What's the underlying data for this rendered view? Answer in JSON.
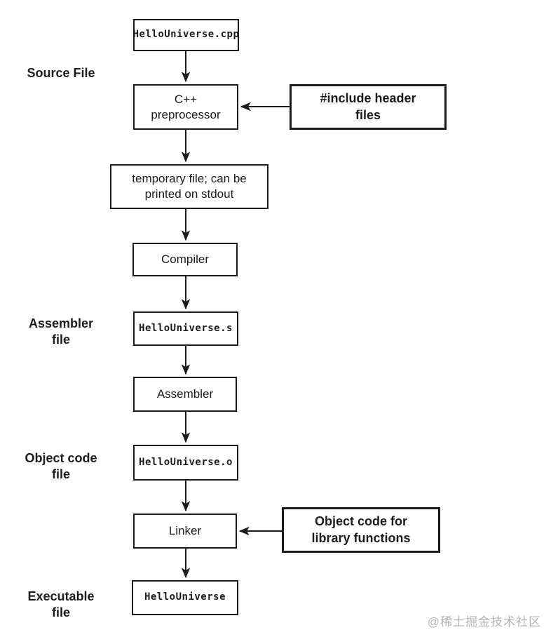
{
  "flowchart": {
    "nodes": [
      {
        "id": "source-code",
        "text": "HelloUniverse.cpp"
      },
      {
        "id": "preprocessor",
        "text": "C++\npreprocessor"
      },
      {
        "id": "temp-file",
        "text": "temporary file; can be\nprinted on stdout"
      },
      {
        "id": "compiler",
        "text": "Compiler"
      },
      {
        "id": "assembly-file",
        "text": "HelloUniverse.s"
      },
      {
        "id": "assembler",
        "text": "Assembler"
      },
      {
        "id": "object-file",
        "text": "HelloUniverse.o"
      },
      {
        "id": "linker",
        "text": "Linker"
      },
      {
        "id": "executable",
        "text": "HelloUniverse"
      },
      {
        "id": "include-headers",
        "text": "#include header\nfiles"
      },
      {
        "id": "library-objects",
        "text": "Object code for\nlibrary functions"
      }
    ],
    "side_labels": [
      {
        "id": "source-file",
        "text": "Source File"
      },
      {
        "id": "assembler-file",
        "text": "Assembler\nfile"
      },
      {
        "id": "object-code-file",
        "text": "Object code\nfile"
      },
      {
        "id": "executable-file",
        "text": "Executable\nfile"
      }
    ],
    "edges": [
      {
        "from": "source-code",
        "to": "preprocessor"
      },
      {
        "from": "include-headers",
        "to": "preprocessor"
      },
      {
        "from": "preprocessor",
        "to": "temp-file"
      },
      {
        "from": "temp-file",
        "to": "compiler"
      },
      {
        "from": "compiler",
        "to": "assembly-file"
      },
      {
        "from": "assembly-file",
        "to": "assembler"
      },
      {
        "from": "assembler",
        "to": "object-file"
      },
      {
        "from": "object-file",
        "to": "linker"
      },
      {
        "from": "library-objects",
        "to": "linker"
      },
      {
        "from": "linker",
        "to": "executable"
      }
    ],
    "colors": {
      "line": "#1c1c1c",
      "box_border": "#1c1c1c",
      "text": "#1c1c1c",
      "watermark": "#b4b4b4",
      "background": "#ffffff"
    },
    "watermark": "@稀土掘金技术社区"
  }
}
